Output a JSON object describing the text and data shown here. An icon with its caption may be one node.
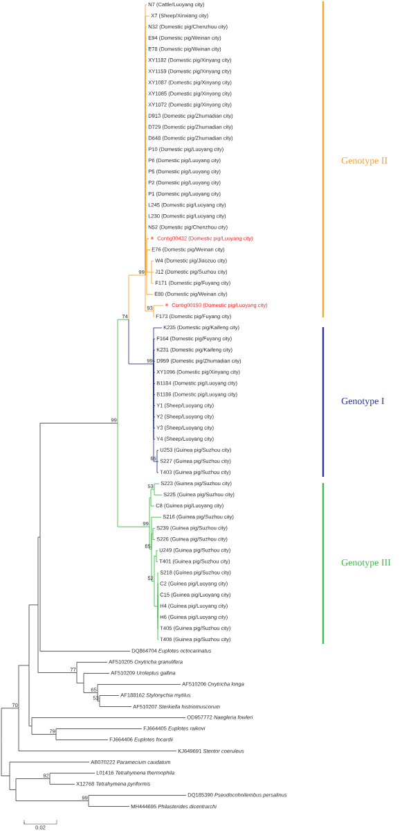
{
  "diagram": {
    "labels": [
      "N7 (Cattle/Luoyang city)",
      "X7 (Sheep/Xinxiang city)",
      "N32 (Domestic pig/Chenzhou city)",
      "E94 (Domestic pig/Weinan city)",
      "E78 (Domestic pig/Weinan city)",
      "XY1182 (Domestic pig/Xinyang city)",
      "XY1159 (Domestic pig/Xinyang city)",
      "XY1087 (Domestic pig/Xinyang city)",
      "XY1085 (Domestic pig/Xinyang city)",
      "XY1072 (Domestic pig/Xinyang city)",
      "D913 (Domestic pig/Zhumadian city)",
      "D729 (Domestic pig/Zhumadian city)",
      "D648 (Domestic pig/Zhumadian city)",
      "P10 (Domestic pig/Luoyang city)",
      "P6 (Domestic pig/Luoyang city)",
      "P5 (Domestic pig/Luoyang city)",
      "P2 (Domestic pig/Luoyang city)",
      "P1 (Domestic pig/Luoyang city)",
      "L245 (Domestic pig/Luoyang city)",
      "L230 (Domestic pig/Luoyang city)",
      "N52 (Domestic pig/Chenzhou city)",
      "Contig00432 (Domestic pig/Luoyang city)",
      "E76 (Domestic pig/Weinan city)",
      "W4 (Domestic pig/Jiaozuo city)",
      "J12 (Domestic pig/Suzhou city)",
      "F171 (Domestic pig/Fuyang city)",
      "E80 (Domestic pig/Weinan city)",
      "Contig00193 (Domestic pig/Luoyang city)",
      "F173 (Domestic pig/Fuyang city)",
      "K235 (Domestic pig/Kaifeng city)",
      "F164 (Domestic pig/Fuyang city)",
      "K231 (Domestic pig/Kaifeng city)",
      "D959 (Domestic pig/Zhumadian city)",
      "XY1096 (Domestic pig/Xinyang city)",
      "B1184 (Domestic pig/Luoyang city)",
      "B1186 (Domestic pig/Luoyang city)",
      "Y1 (Sheep/Luoyang city)",
      "Y2 (Sheep/Luoyang city)",
      "Y3 (Sheep/Luoyang city)",
      "Y4 (Sheep/Luoyang city)",
      "U253 (Guinea pig/Suzhou city)",
      "S227 (Guinea pig/Suzhou city)",
      "T403 (Guinea pig/Suzhou city)",
      "S223 (Guinea pig/Suzhou city)",
      "S225 (Guinea pig/Suzhou city)",
      "C8 (Guinea pig/Luoyang city)",
      "S216 (Guinea pig/Suzhou city)",
      "S239 (Guinea pig/Suzhou city)",
      "S226 (Guinea pig/Suzhou city)",
      "U249 (Guinea pig/Suzhou city)",
      "T401 (Guinea pig/Suzhou city)",
      "S218 (Guinea pig/Suzhou city)",
      "C2 (Guinea pig/Luoyang city)",
      "C15 (Guinea pig/Luoyang city)",
      "H4 (Guinea pig/Luoyang city)",
      "H6 (Guinea pig/Luoyang city)",
      "T405 (Guinea pig/Suzhou city)",
      "T406 (Guinea pig/Suzhou city)",
      "DQ864704 *Euplotes octocarinatus*",
      "AF510205 *Oxytricha granulifera*",
      "AF510209 *Uroleptus gallina*",
      "AF510206 *Oxytricha longa*",
      "AF188162 *Stylonychia mytilus*",
      "AF510207 *Sterkiella histriomuscorum*",
      "OD957772 *Naegleria fowleri*",
      "FJ664405 *Euplotes raikovi*",
      "FJ664406 *Euplotes focardii*",
      "KJ649691 *Stentor coeruleus*",
      "AB070222 *Paramecium caudatum*",
      "L01416 *Tetrahymena thermophila*",
      "X12768 *Tetrahymena pyriformis*",
      "DQ185390 *Pseudocohnilembus persalinus*",
      "MH444695 *Philasterides dicentrarchi*",
      "99",
      "93",
      "74",
      "99",
      "99",
      "65",
      "53",
      "99",
      "65",
      "52",
      "77",
      "65",
      "53",
      "70",
      "79",
      "92",
      "99",
      "Genotype II",
      "Genotype I",
      "Genotype III",
      "0.02"
    ]
  }
}
